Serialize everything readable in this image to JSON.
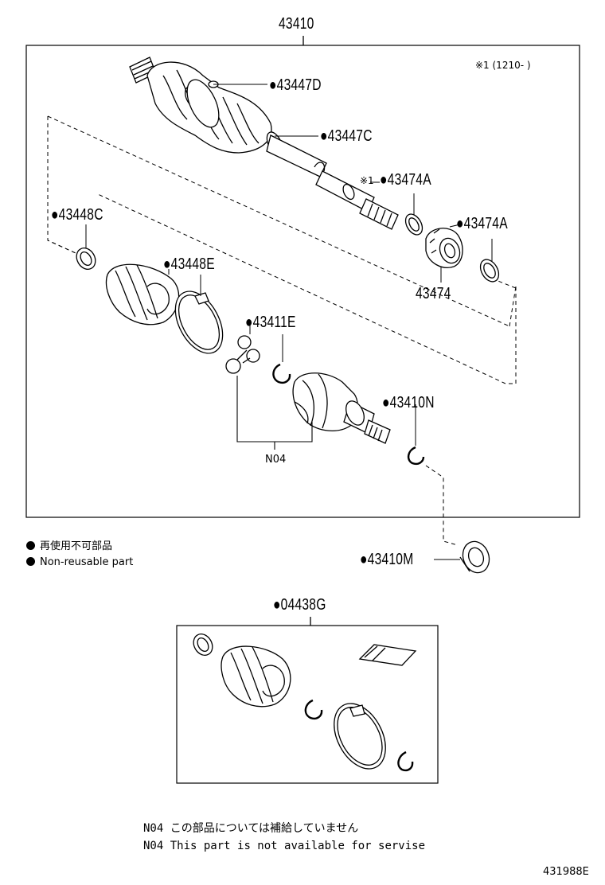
{
  "diagram": {
    "top_part": "43410",
    "parts": {
      "p43447D": "●43447D",
      "p43447C": "●43447C",
      "p43474A_1": "●43474A",
      "p43474A_1_prefix": "※1",
      "p43474A_2": "●43474A",
      "p43474": "43474",
      "p43448C": "●43448C",
      "p43448E": "●43448E",
      "p43411E": "●43411E",
      "p43410N": "●43410N",
      "n04": "N04",
      "p43410M": "●43410M",
      "p04438G": "●04438G"
    },
    "footnote_ref": "※1 (1210-      )",
    "legend": {
      "jp": "再使用不可部品",
      "en": "Non-reusable part"
    },
    "notes": {
      "line1_code": "N04",
      "line1_text": "この部品については補給していません",
      "line2_code": "N04",
      "line2_text": "This part is not available for servise"
    },
    "figure_id": "431988E"
  }
}
